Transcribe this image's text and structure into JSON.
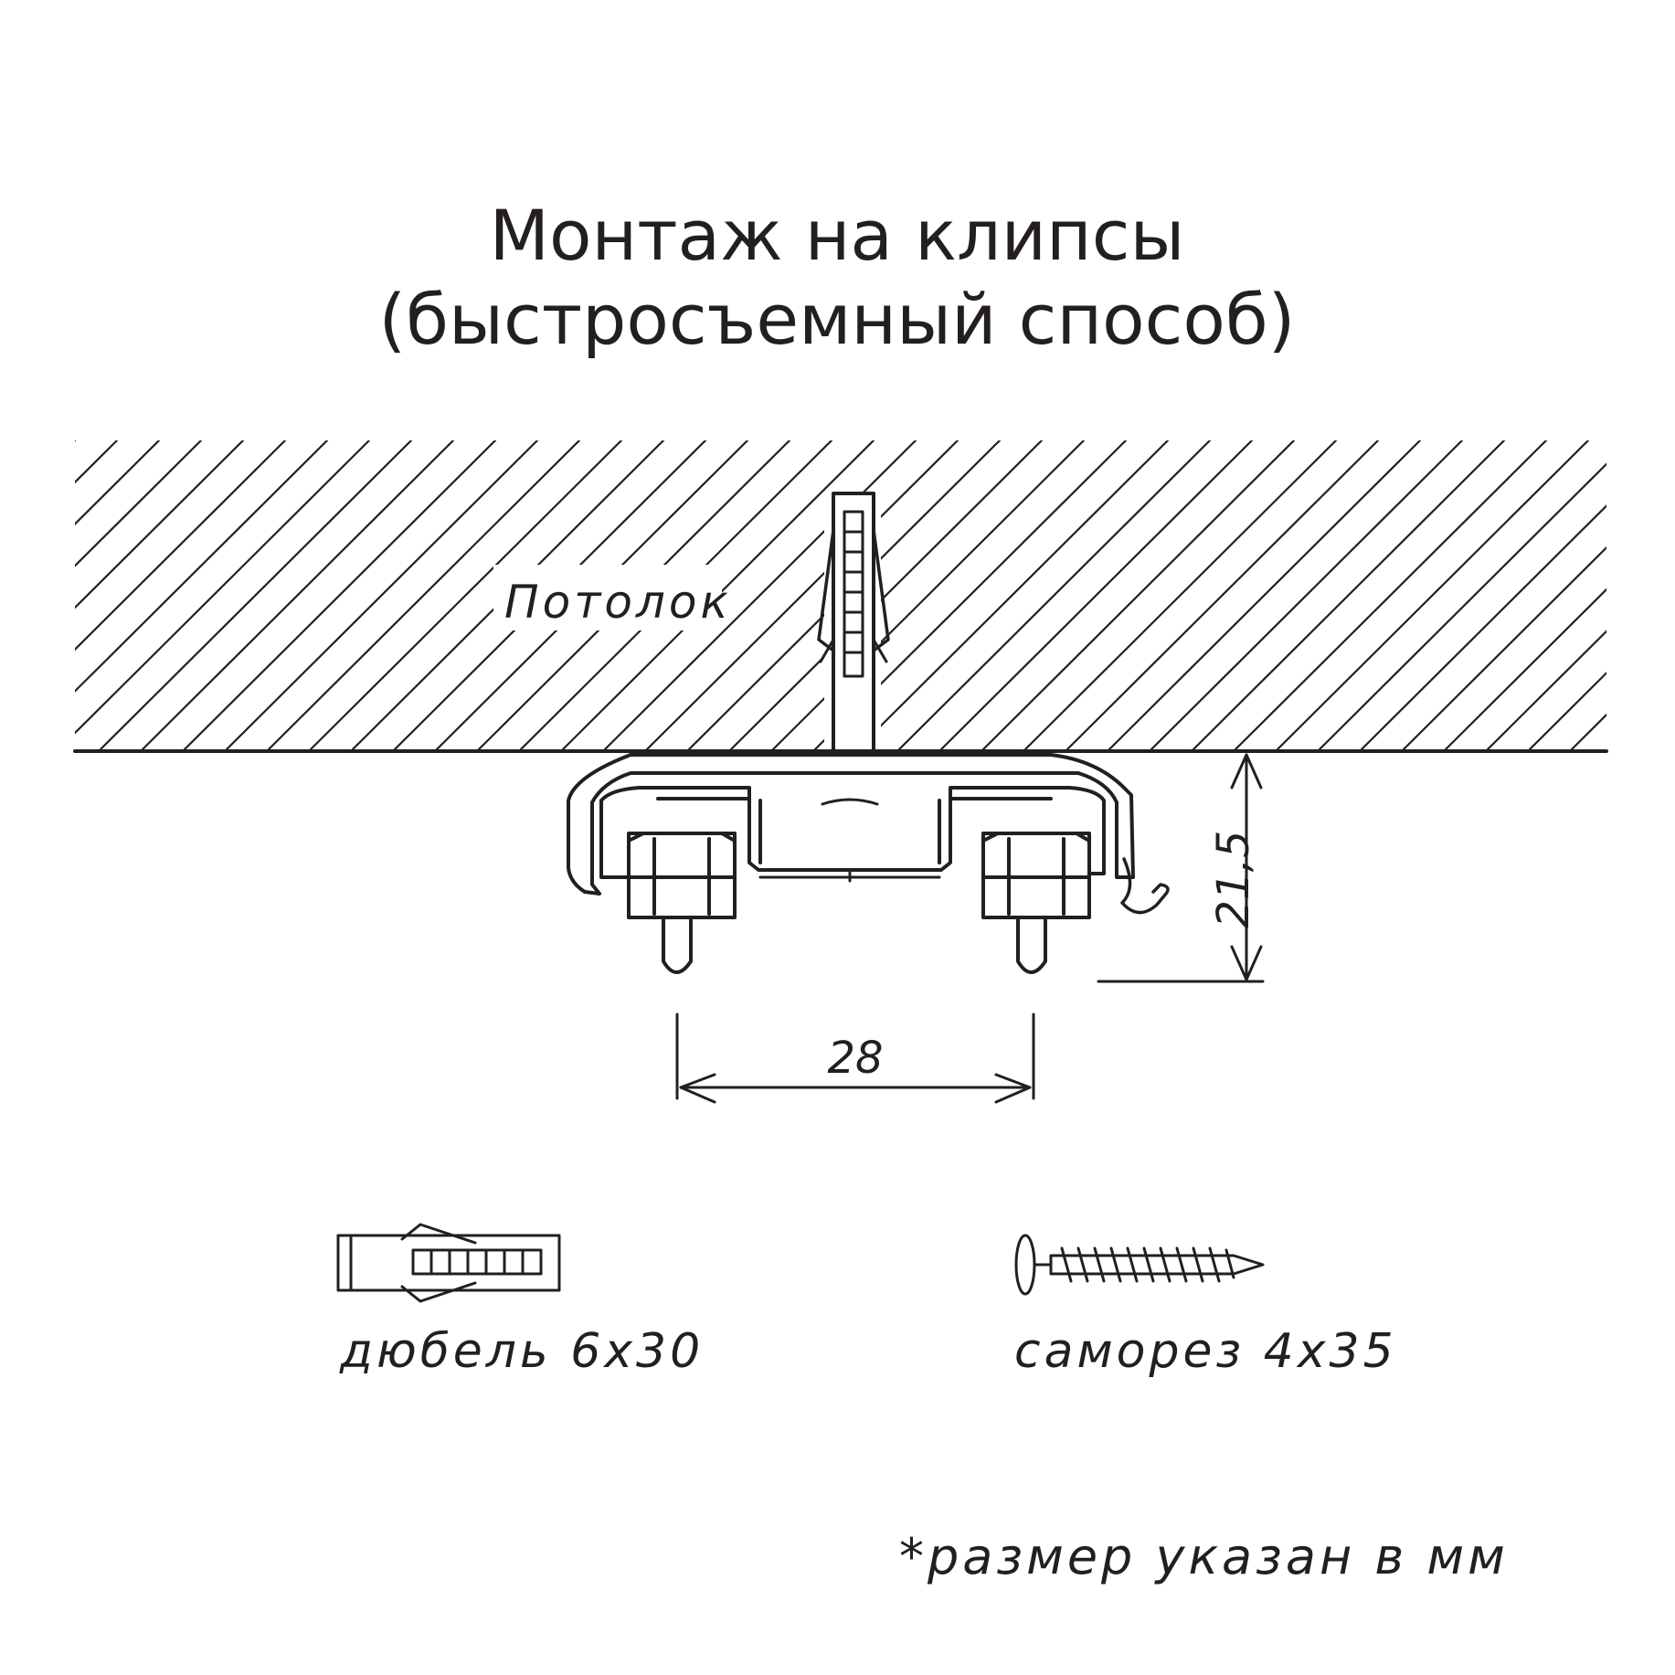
{
  "title": {
    "line1": "Монтаж на клипсы",
    "line2": "(быстросъемный способ)"
  },
  "ceiling": {
    "label": "Потолок"
  },
  "dimensions": {
    "width_label": "28",
    "height_label": "21,5"
  },
  "fasteners": {
    "dowel_label": "дюбель 6х30",
    "screw_label": "саморез 4х35"
  },
  "footnote": "*размер указан в мм",
  "colors": {
    "ink": "#231f20",
    "background": "#ffffff"
  }
}
